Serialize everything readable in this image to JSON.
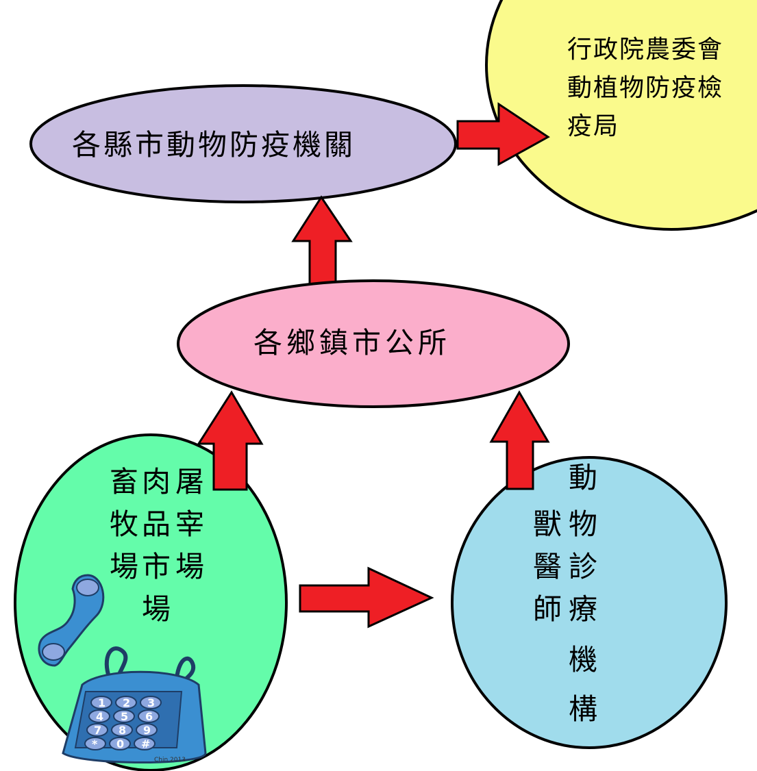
{
  "nodes": {
    "agency": {
      "lines": [
        "行政院農委會",
        "動植物防疫檢",
        "疫局"
      ],
      "color": "#fafa8c"
    },
    "county": {
      "label": "各縣市動物防疫機關",
      "color": "#c8bee1"
    },
    "township": {
      "label": "各鄉鎮市公所",
      "color": "#fbaecb"
    },
    "farms": {
      "columns": [
        [
          "畜",
          "牧",
          "場"
        ],
        [
          "肉",
          "品",
          "市",
          "場"
        ],
        [
          "屠",
          "宰",
          "場"
        ]
      ],
      "color": "#64fcaa"
    },
    "vets": {
      "columns": [
        [
          "獸",
          "醫",
          "師"
        ],
        [
          "動",
          "物",
          "診",
          "療",
          "機",
          "構"
        ]
      ],
      "color": "#a0dcec"
    }
  },
  "arrow_color": "#ee1f25",
  "phone": {
    "keys": [
      "1",
      "2",
      "3",
      "4",
      "5",
      "6",
      "7",
      "8",
      "9",
      "*",
      "0",
      "#"
    ],
    "signature": "Chin 2013",
    "body_color": "#3b8fd1",
    "key_color": "#8ea8e0"
  }
}
